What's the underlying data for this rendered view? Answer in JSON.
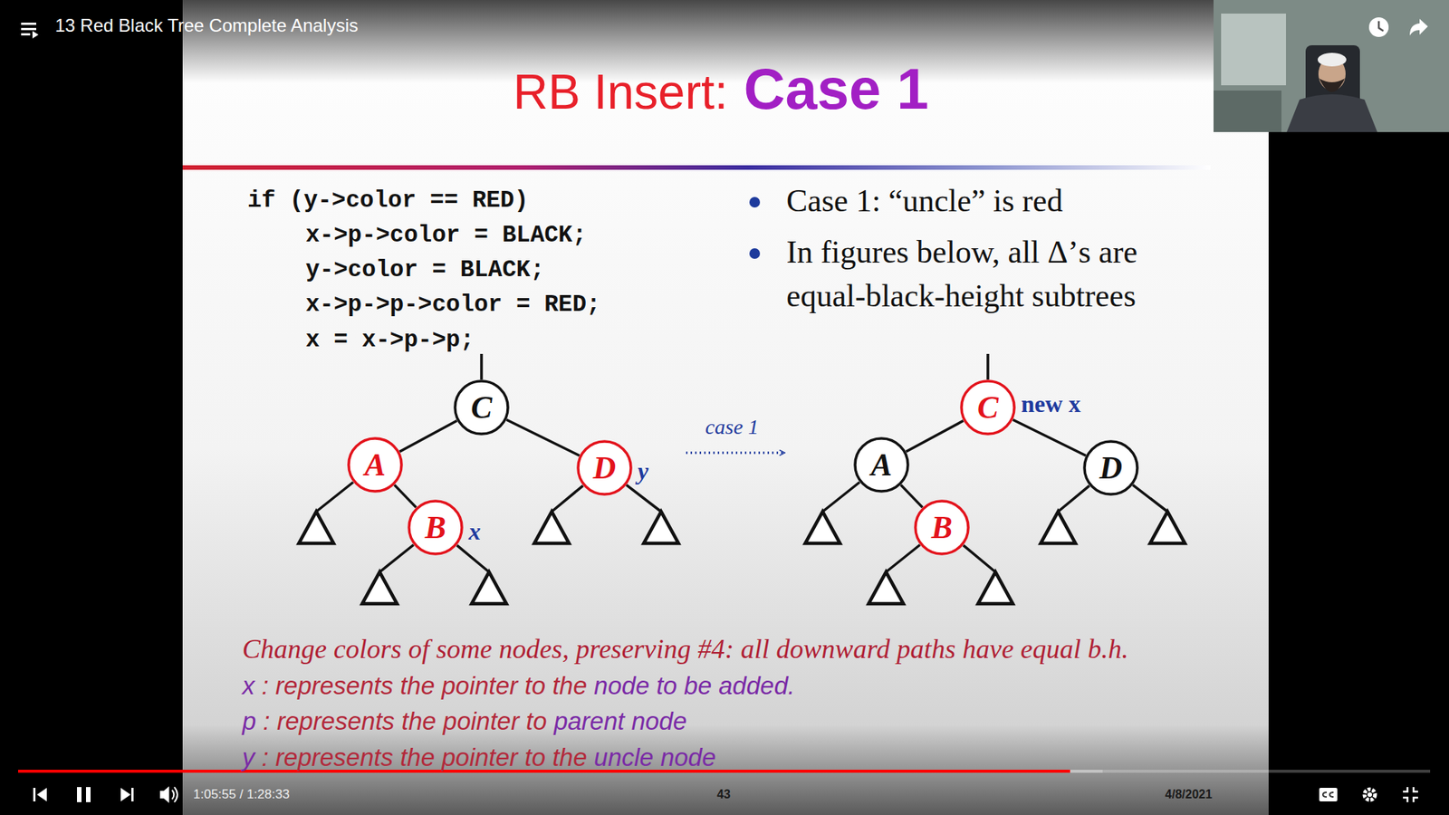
{
  "diagram": {
    "title": "RB Insert:",
    "nodes": [
      {
        "text": [
          "C"
        ]
      },
      {
        "text": [
          "A"
        ]
      },
      {
        "text": [
          "D"
        ]
      },
      {
        "text": [
          "B"
        ]
      },
      {
        "text": [
          "C"
        ]
      },
      {
        "text": [
          "A"
        ]
      },
      {
        "text": [
          "D"
        ]
      },
      {
        "text": [
          "B"
        ]
      }
    ],
    "edges": [
      {
        "from": 0,
        "to": 1,
        "arrow": "none"
      },
      {
        "from": 0,
        "to": 2,
        "arrow": "none"
      },
      {
        "from": 1,
        "to": 3,
        "arrow": "none"
      },
      {
        "from": 4,
        "to": 5,
        "arrow": "none"
      },
      {
        "from": 4,
        "to": 6,
        "arrow": "none"
      },
      {
        "from": 5,
        "to": 7,
        "arrow": "none"
      }
    ],
    "labels": [
      "13 Red Black Tree Complete Analysis",
      "Case 1",
      "if (y->color == RED)",
      "x->p->color = BLACK;",
      "y->color = BLACK;",
      "x->p->p->color = RED;",
      "x = x->p->p;",
      "Case 1: “uncle” is red",
      "In figures below, all Δ’s are equal-black-height subtrees",
      "y",
      "x",
      "case 1",
      "new x",
      "Change colors of some nodes, preserving #4: all downward paths have equal b.h.",
      "x",
      ": represents the pointer to the",
      "node to be added.",
      "p",
      ": represents the pointer to",
      "parent node",
      "y",
      ": represents the pointer to the",
      "uncle node",
      "1:05:55 / 1:28:33",
      "43",
      "4/8/2021"
    ]
  }
}
